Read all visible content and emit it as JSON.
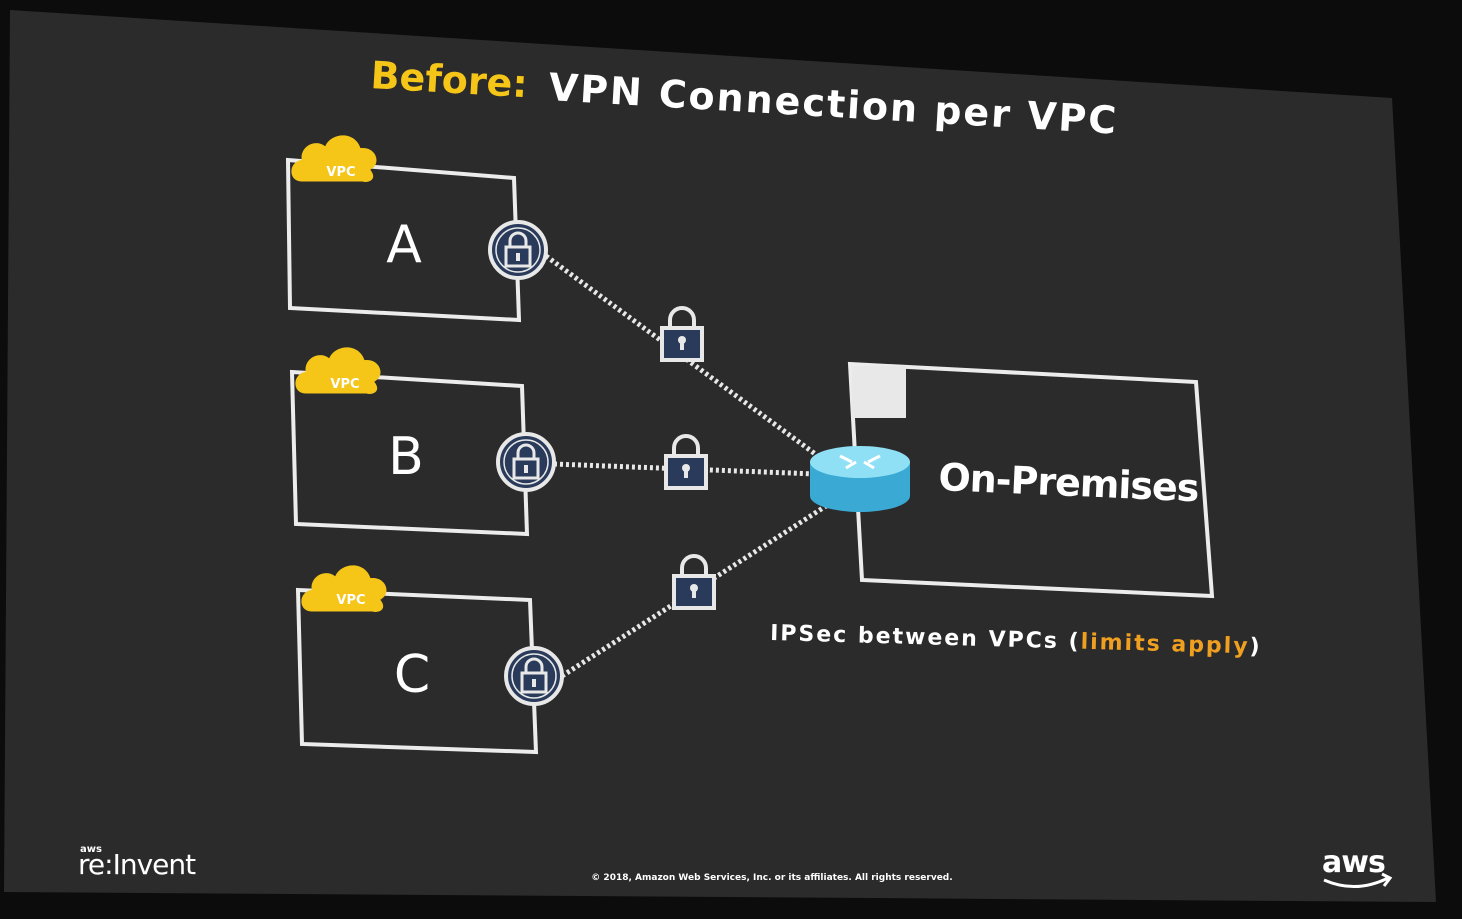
{
  "title": {
    "prefix": "Before:",
    "main": "VPN Connection per VPC"
  },
  "vpcs": [
    {
      "badge": "VPC",
      "label": "A"
    },
    {
      "badge": "VPC",
      "label": "B"
    },
    {
      "badge": "VPC",
      "label": "C"
    }
  ],
  "onprem": {
    "label": "On-Premises"
  },
  "caption": {
    "text": "IPSec between VPCs (",
    "highlight": "limits apply",
    "suffix": ")"
  },
  "footer": {
    "brand_small": "aws",
    "brand_re": "re:",
    "brand_invent": "Invent",
    "copyright": "© 2018, Amazon Web Services, Inc. or its affiliates. All rights reserved.",
    "aws_logo": "aws"
  },
  "colors": {
    "slide_bg": "#2b2b2b",
    "accent_yellow": "#f5c518",
    "caption_orange": "#f0a020",
    "router_blue": "#6fcbea",
    "lock_fill": "#2a3a5a",
    "line": "#e8e8e8"
  }
}
